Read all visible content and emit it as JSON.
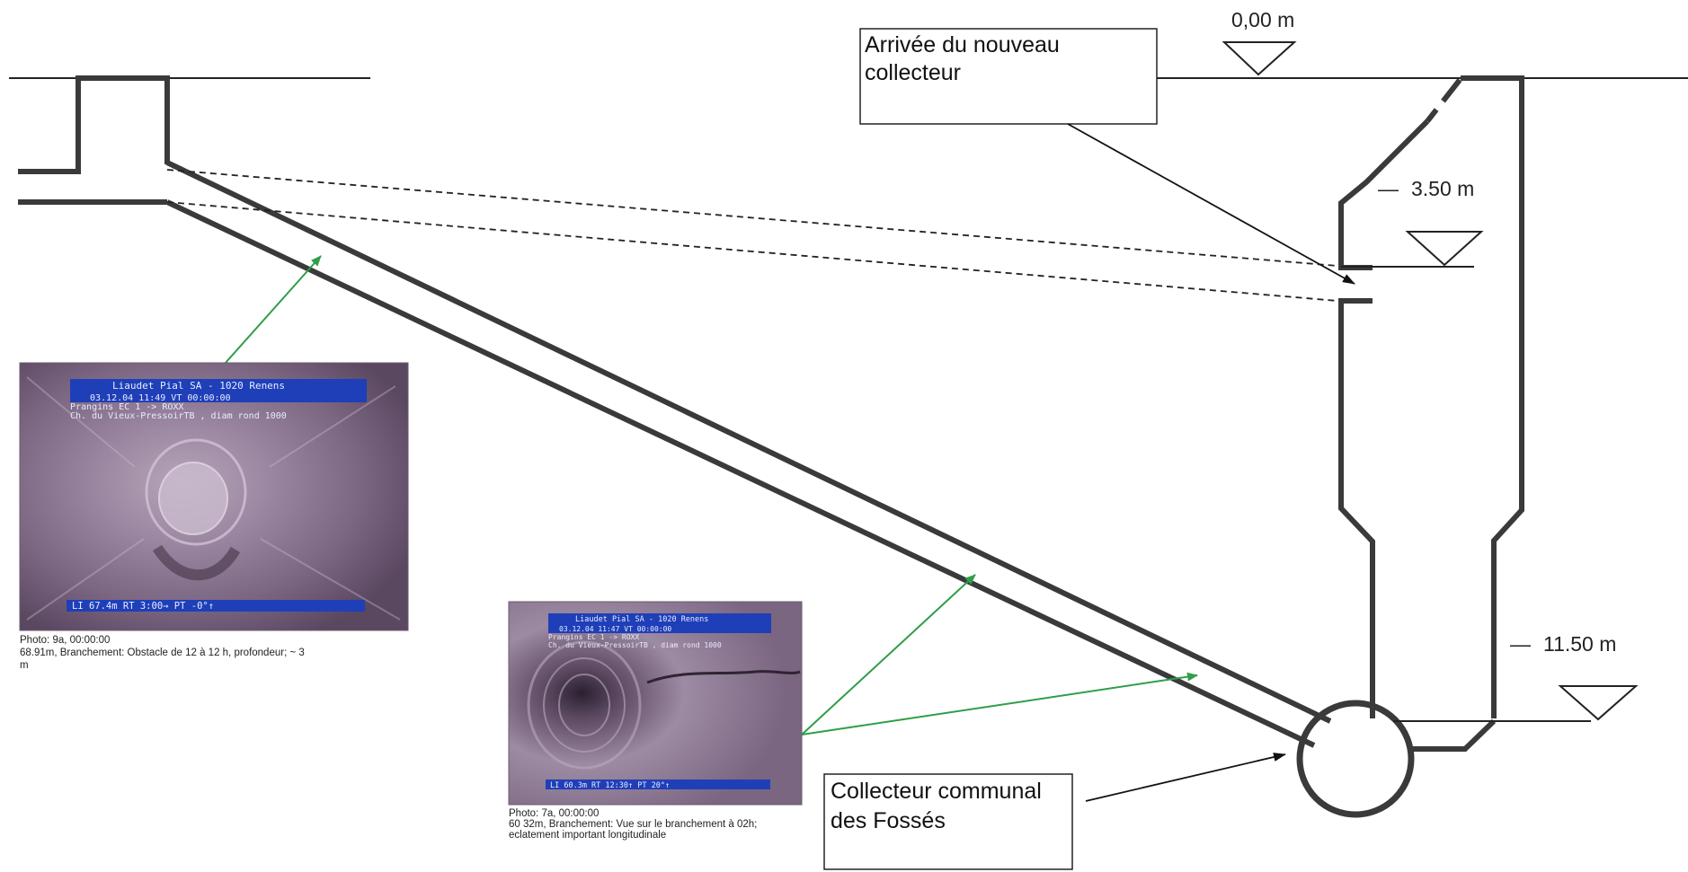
{
  "levels": {
    "top": "0,00 m",
    "middle": "3.50 m",
    "bottom": "11.50 m",
    "middle_dash": "—",
    "bottom_dash": "—"
  },
  "callouts": {
    "arrival": [
      "Arrivée du nouveau",
      "collecteur"
    ],
    "collector": [
      "Collecteur communal",
      "des Fossés"
    ]
  },
  "photo_9a": {
    "osd_line1": "Liaudet Pial SA - 1020 Renens",
    "osd_line2": "03.12.04        11:49      VT 00:00:00",
    "osd_line3": "Prangins                        EC 1 -> ROXX",
    "osd_line4": "Ch. du Vieux-PressoirTB , diam rond 1000",
    "osd_bottom": "LI    67.4m    RT  3:00→     PT    -0°↑",
    "caption_line1": "Photo: 9a, 00:00:00",
    "caption_line2": "68.91m, Branchement: Obstacle de 12 à 12 h, profondeur; ~ 3",
    "caption_line3": "m"
  },
  "photo_7a": {
    "osd_line1": "Liaudet Pial SA - 1020 Renens",
    "osd_line2": "03.12.04      11:47     VT 00:00:00",
    "osd_line3": "Prangins                     EC 1 -> ROXX",
    "osd_line4": "Ch. du Vieux-PressoirTB , diam rond 1000",
    "osd_bottom": "LI   60.3m   RT 12:30↑    PT    20°↑",
    "caption_line1": "Photo: 7a, 00:00:00",
    "caption_line2": "60 32m, Branchement: Vue sur le branchement à 02h;",
    "caption_line3": "eclatement important longitudinale"
  },
  "colors": {
    "pipe": "#3a3a3a",
    "leader_green": "#2f9e48",
    "callout_line": "#111111",
    "osd_bar": "#1f3fb8"
  }
}
